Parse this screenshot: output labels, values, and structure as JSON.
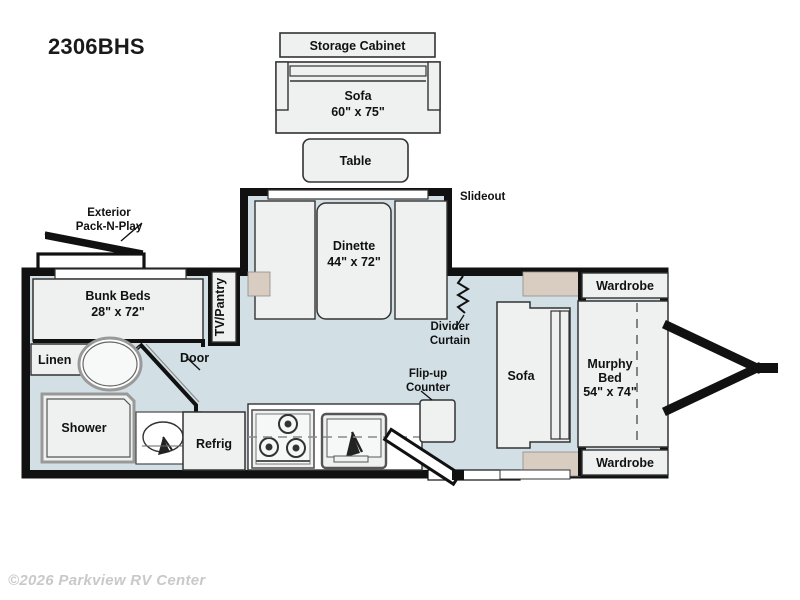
{
  "title": "2306BHS",
  "copyright": "©2026 Parkview RV Center",
  "colors": {
    "floor": "#d2e0e6",
    "furniture": "#eff1f1",
    "tan": "#d9cdc1",
    "wall": "#111111",
    "white": "#ffffff",
    "title": "#1a1a1a",
    "copyright": "#c9c9c9"
  },
  "exterior_top": {
    "storage_cabinet": {
      "label": "Storage Cabinet"
    },
    "sofa": {
      "label": "Sofa",
      "dimensions": "60\" x 75\""
    },
    "table": {
      "label": "Table"
    }
  },
  "callouts": {
    "exterior_pack_n_play": {
      "line1": "Exterior",
      "line2": "Pack-N-Play"
    },
    "slideout": {
      "label": "Slideout"
    },
    "divider_curtain": {
      "line1": "Divider",
      "line2": "Curtain"
    },
    "flip_up_counter": {
      "line1": "Flip-up",
      "line2": "Counter"
    },
    "door": {
      "label": "Door"
    }
  },
  "rooms": {
    "bunk_beds": {
      "label": "Bunk Beds",
      "dimensions": "28\" x 72\""
    },
    "tv_pantry": {
      "label": "TV/Pantry"
    },
    "linen": {
      "label": "Linen"
    },
    "shower": {
      "label": "Shower"
    },
    "refrig": {
      "label": "Refrig"
    },
    "dinette": {
      "label": "Dinette",
      "dimensions": "44\" x 72\""
    },
    "interior_sofa": {
      "label": "Sofa"
    },
    "murphy_bed": {
      "line1": "Murphy",
      "line2": "Bed",
      "dimensions": "54\" x 74\""
    },
    "wardrobe_top": {
      "label": "Wardrobe"
    },
    "wardrobe_bottom": {
      "label": "Wardrobe"
    }
  },
  "fixtures": {
    "cooktop": "3-burner-cooktop",
    "sink": "kitchen-sink",
    "toilet": "toilet",
    "lavatory": "bathroom-sink",
    "hitch": "a-frame-hitch",
    "entry_step": "entry-step"
  }
}
